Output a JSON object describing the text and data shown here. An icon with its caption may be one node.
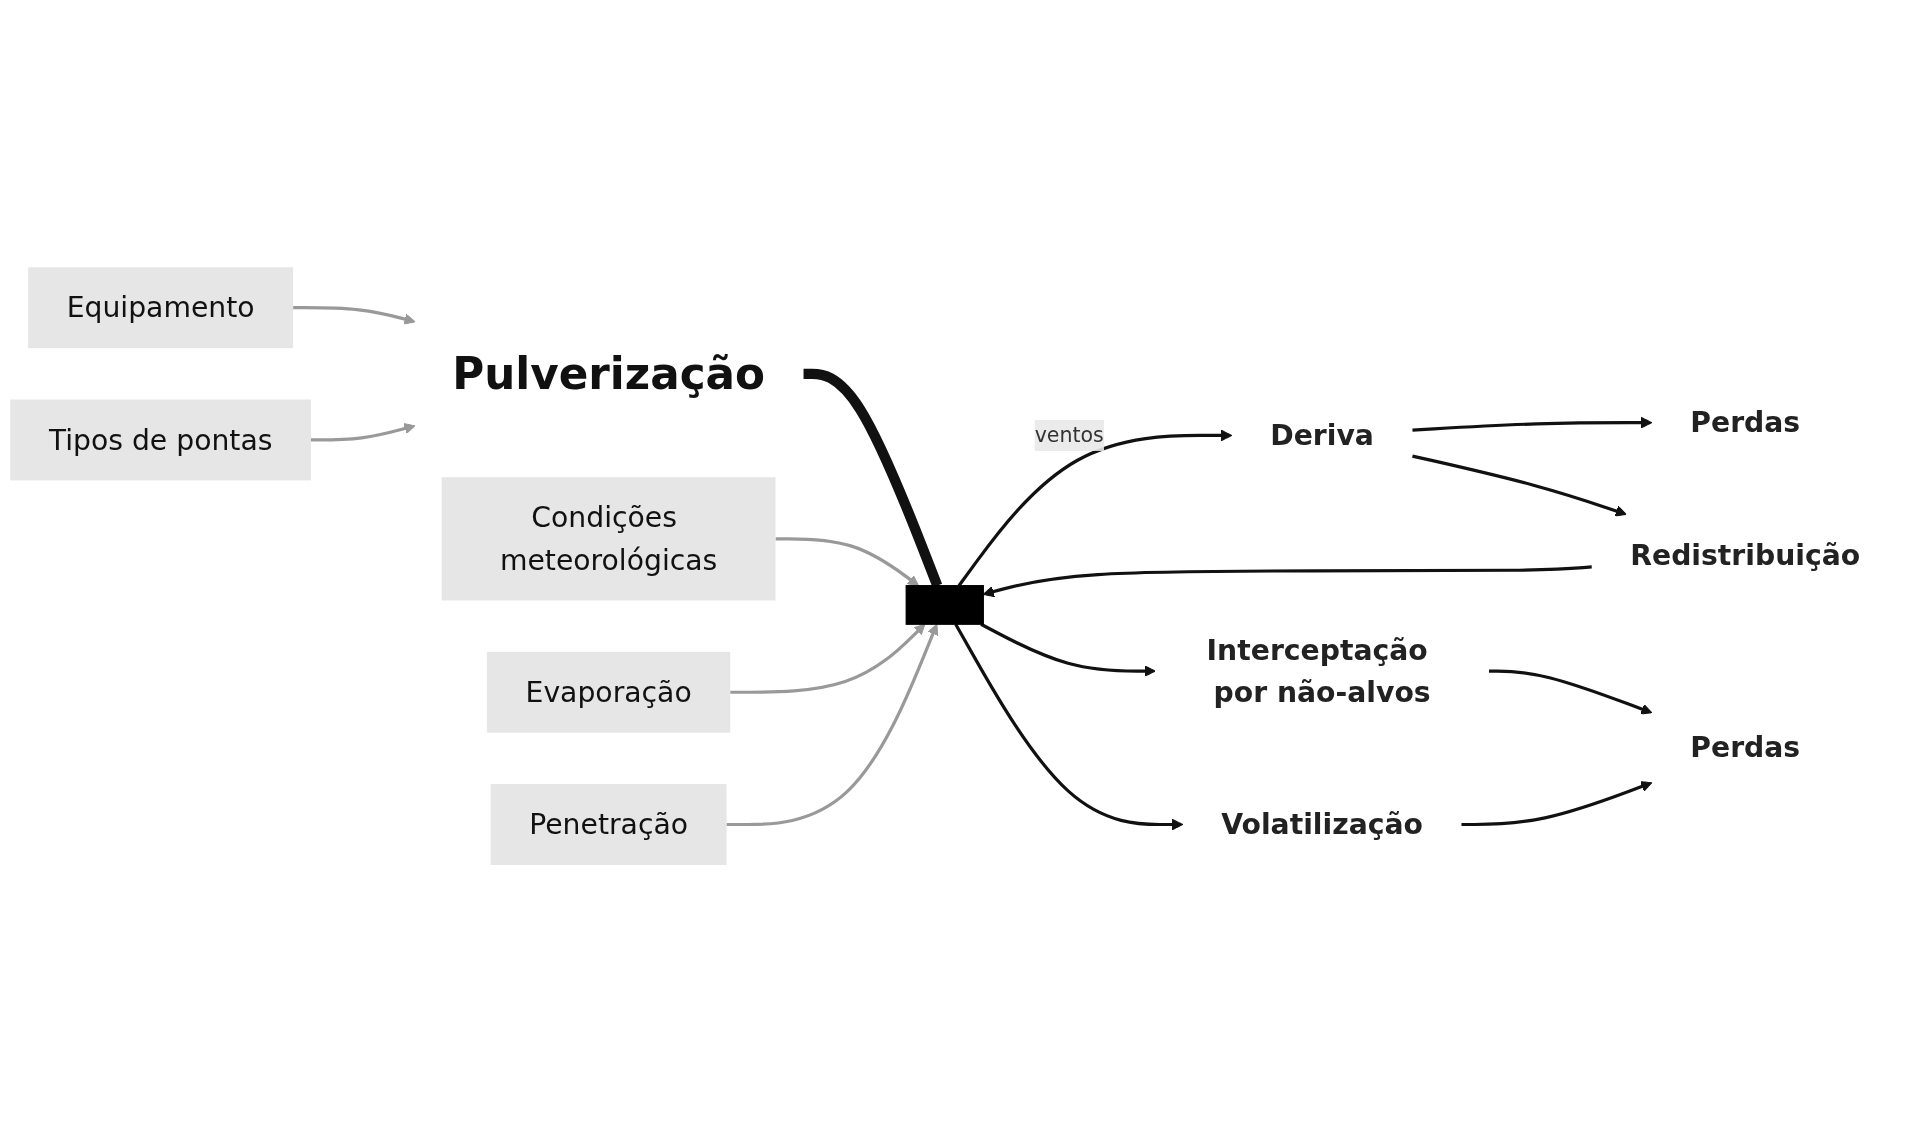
{
  "diagram": {
    "nodes": [
      {
        "text": [
          "Equipamento"
        ]
      },
      {
        "text": [
          "Pulverização"
        ]
      },
      {
        "text": [
          "Tipos de pontas"
        ]
      },
      {
        "text": [
          "Perdas"
        ]
      },
      {
        "text": [],
        "shape": "bar"
      },
      {
        "text": [
          "Deriva"
        ]
      },
      {
        "text": [
          "Condições meteorológicas"
        ]
      },
      {
        "text": [
          "Evaporação"
        ]
      },
      {
        "text": [
          "Penetração"
        ]
      },
      {
        "text": [
          "Interceptação por não-alvos"
        ]
      },
      {
        "text": [
          "Perdas"
        ]
      },
      {
        "text": [
          "Volatilização"
        ]
      },
      {
        "text": [
          "Redistribuição"
        ]
      }
    ],
    "edges": [
      {
        "from": 0,
        "to": 1,
        "arrow": "to",
        "color": "#999999"
      },
      {
        "from": 2,
        "to": 1,
        "arrow": "to",
        "color": "#999999"
      },
      {
        "from": 1,
        "to": 4,
        "arrow": "none",
        "style": "thick"
      },
      {
        "from": 6,
        "to": 4,
        "arrow": "to",
        "color": "#999999"
      },
      {
        "from": 7,
        "to": 4,
        "arrow": "to",
        "color": "#999999"
      },
      {
        "from": 8,
        "to": 4,
        "arrow": "to",
        "color": "#999999"
      },
      {
        "from": 4,
        "to": 5,
        "arrow": "to",
        "label": "ventos"
      },
      {
        "from": 5,
        "to": 3,
        "arrow": "to"
      },
      {
        "from": 5,
        "to": 12,
        "arrow": "to"
      },
      {
        "from": 4,
        "to": 9,
        "arrow": "to"
      },
      {
        "from": 4,
        "to": 11,
        "arrow": "to"
      },
      {
        "from": 9,
        "to": 10,
        "arrow": "to"
      },
      {
        "from": 11,
        "to": 10,
        "arrow": "to"
      },
      {
        "from": 12,
        "to": 4,
        "arrow": "to"
      }
    ]
  }
}
